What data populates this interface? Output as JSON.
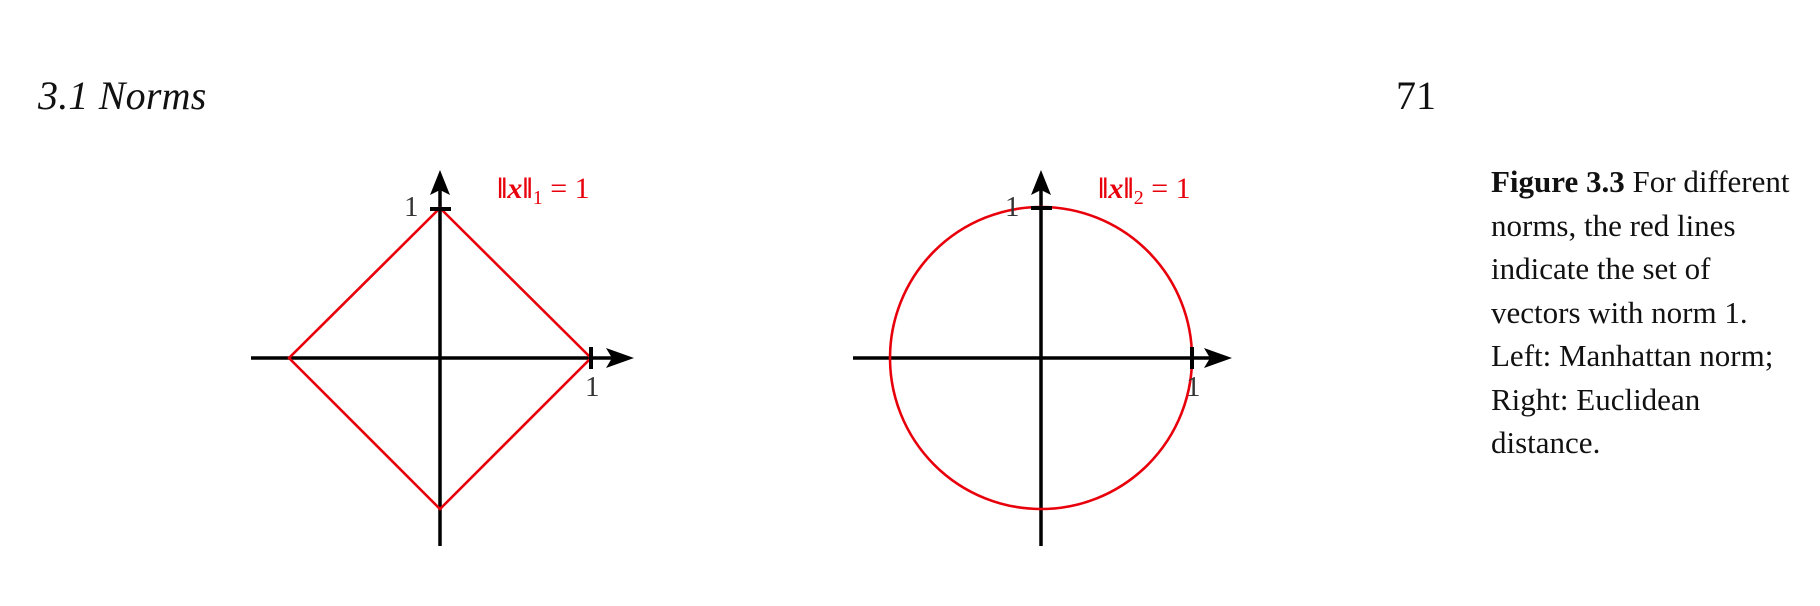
{
  "header": {
    "section_title": "3.1  Norms",
    "page_number": "71"
  },
  "figure": {
    "caption_label": "Figure 3.3",
    "caption_text": " For different norms, the red lines indicate the set of vectors with norm 1. Left: Manhattan norm; Right: Euclidean distance.",
    "colors": {
      "unit_ball": "#e8000b",
      "axes": "#000000"
    },
    "left_panel": {
      "norm_symbol": "‖x‖",
      "norm_subscript": "1",
      "norm_equals": " = 1",
      "y_tick_label": "1",
      "x_tick_label": "1"
    },
    "right_panel": {
      "norm_symbol": "‖x‖",
      "norm_subscript": "2",
      "norm_equals": " = 1",
      "y_tick_label": "1",
      "x_tick_label": "1"
    }
  }
}
